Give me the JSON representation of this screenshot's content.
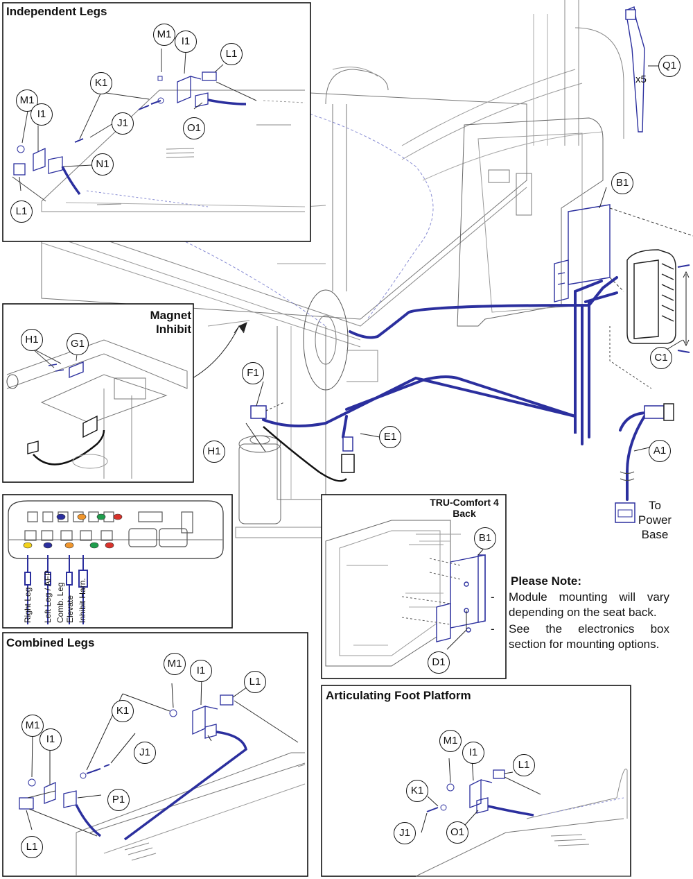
{
  "panels": {
    "independent_legs": "Independent Legs",
    "magnet_inhibit_line1": "Magnet",
    "magnet_inhibit_line2": "Inhibit",
    "combined_legs": "Combined Legs",
    "articulating_foot_platform": "Articulating Foot Platform",
    "tru_comfort_line1": "TRU-Comfort 4",
    "tru_comfort_line2": "Back"
  },
  "callouts": {
    "independent_legs": [
      "M1",
      "I1",
      "L1",
      "K1",
      "J1",
      "O1",
      "M1",
      "I1",
      "N1",
      "L1"
    ],
    "main": [
      "Q1",
      "B1",
      "C1",
      "F1",
      "E1",
      "H1",
      "A1"
    ],
    "magnet_inhibit": [
      "H1",
      "G1"
    ],
    "tru_comfort": [
      "B1",
      "D1"
    ],
    "combined_legs": [
      "M1",
      "I1",
      "L1",
      "K1",
      "J1",
      "M1",
      "I1",
      "P1",
      "L1"
    ],
    "articulating_foot_platform": [
      "M1",
      "I1",
      "L1",
      "K1",
      "J1",
      "O1"
    ]
  },
  "quantity": "x5",
  "power_base_lines": [
    "To",
    "Power",
    "Base"
  ],
  "module_labels": [
    "Right Leg",
    "Left Leg / AFP",
    "Comb. Leg",
    "Elevate",
    "Inhibit Harn."
  ],
  "note": {
    "title": "Please Note:",
    "items": [
      [
        "Module mounting will vary",
        "depending on the seat back."
      ],
      [
        "See the electronics box",
        "section for mounting options."
      ]
    ]
  },
  "colors": {
    "cable": "#2b2f9e",
    "line": "#222222",
    "yellow": "#f2d21b",
    "blue": "#2b2f9e",
    "orange": "#f0962d",
    "green": "#1f9d4c",
    "red": "#d8322b"
  }
}
